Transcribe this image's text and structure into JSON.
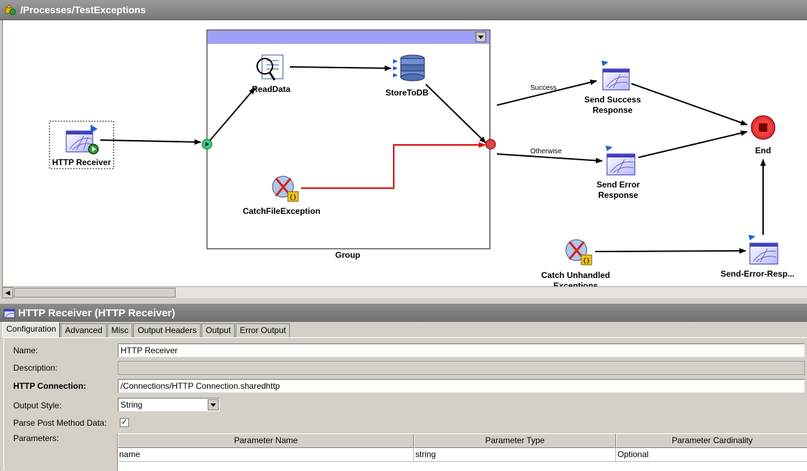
{
  "window": {
    "title": "/Processes/TestExceptions"
  },
  "canvas": {
    "nodes": {
      "http_receiver": "HTTP Receiver",
      "read_data": "ReadData",
      "store_to_db": "StoreToDB",
      "catch_file_exception": "CatchFileException",
      "group": "Group",
      "send_success_1": "Send Success",
      "send_success_2": "Response",
      "send_error_1": "Send Error",
      "send_error_2": "Response",
      "end": "End",
      "catch_unhandled_1": "Catch Unhandled",
      "catch_unhandled_2": "Exceptions",
      "send_error_resp": "Send-Error-Resp..."
    },
    "edges": {
      "success": "Success",
      "otherwise": "Otherwise"
    }
  },
  "panel": {
    "title": "HTTP Receiver (HTTP Receiver)",
    "tabs": [
      "Configuration",
      "Advanced",
      "Misc",
      "Output Headers",
      "Output",
      "Error Output"
    ],
    "active_tab": "Configuration"
  },
  "form": {
    "name_label": "Name:",
    "name_value": "HTTP Receiver",
    "description_label": "Description:",
    "description_value": "",
    "connection_label": "HTTP Connection:",
    "connection_value": "/Connections/HTTP Connection.sharedhttp",
    "output_style_label": "Output Style:",
    "output_style_value": "String",
    "parse_post_label": "Parse Post Method Data:",
    "parse_post_checked": true,
    "parameters_label": "Parameters:",
    "parameters": {
      "columns": [
        "Parameter Name",
        "Parameter Type",
        "Parameter Cardinality"
      ],
      "rows": [
        [
          "name",
          "string",
          "Optional"
        ]
      ]
    }
  },
  "colors": {
    "error_path": "#e00000",
    "group_header": "#a0a0f8",
    "titlebar": "#7a7a7a"
  }
}
